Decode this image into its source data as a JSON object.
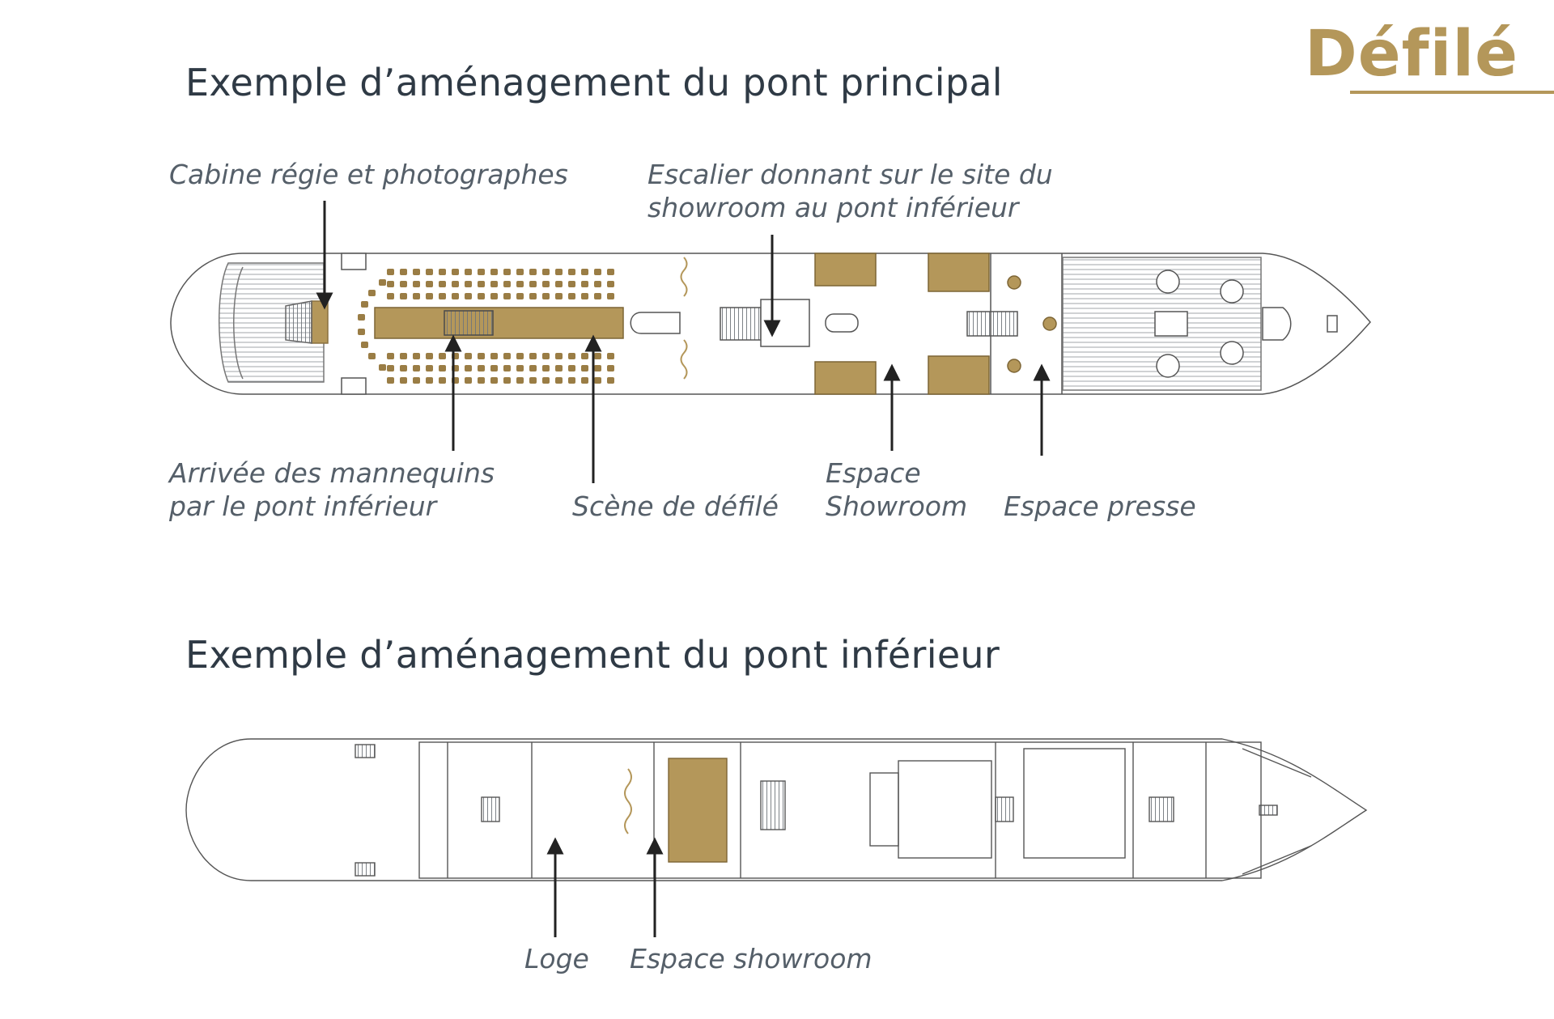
{
  "brand": {
    "title": "Défilé",
    "accent_color": "#b4975a"
  },
  "main_deck": {
    "title": "Exemple d’aménagement du pont principal",
    "labels": {
      "control_cabin": "Cabine régie et photographes",
      "stairs": "Escalier donnant sur le site du",
      "stairs_line2": "showroom au pont inférieur",
      "models_arrival": "Arrivée des mannequins",
      "models_arrival_line2": "par le pont inférieur",
      "runway": "Scène de défilé",
      "showroom": "Espace",
      "showroom_line2": "Showroom",
      "press": "Espace presse"
    }
  },
  "lower_deck": {
    "title": "Exemple d’aménagement du pont inférieur",
    "labels": {
      "dressing": "Loge",
      "showroom": "Espace showroom"
    }
  }
}
